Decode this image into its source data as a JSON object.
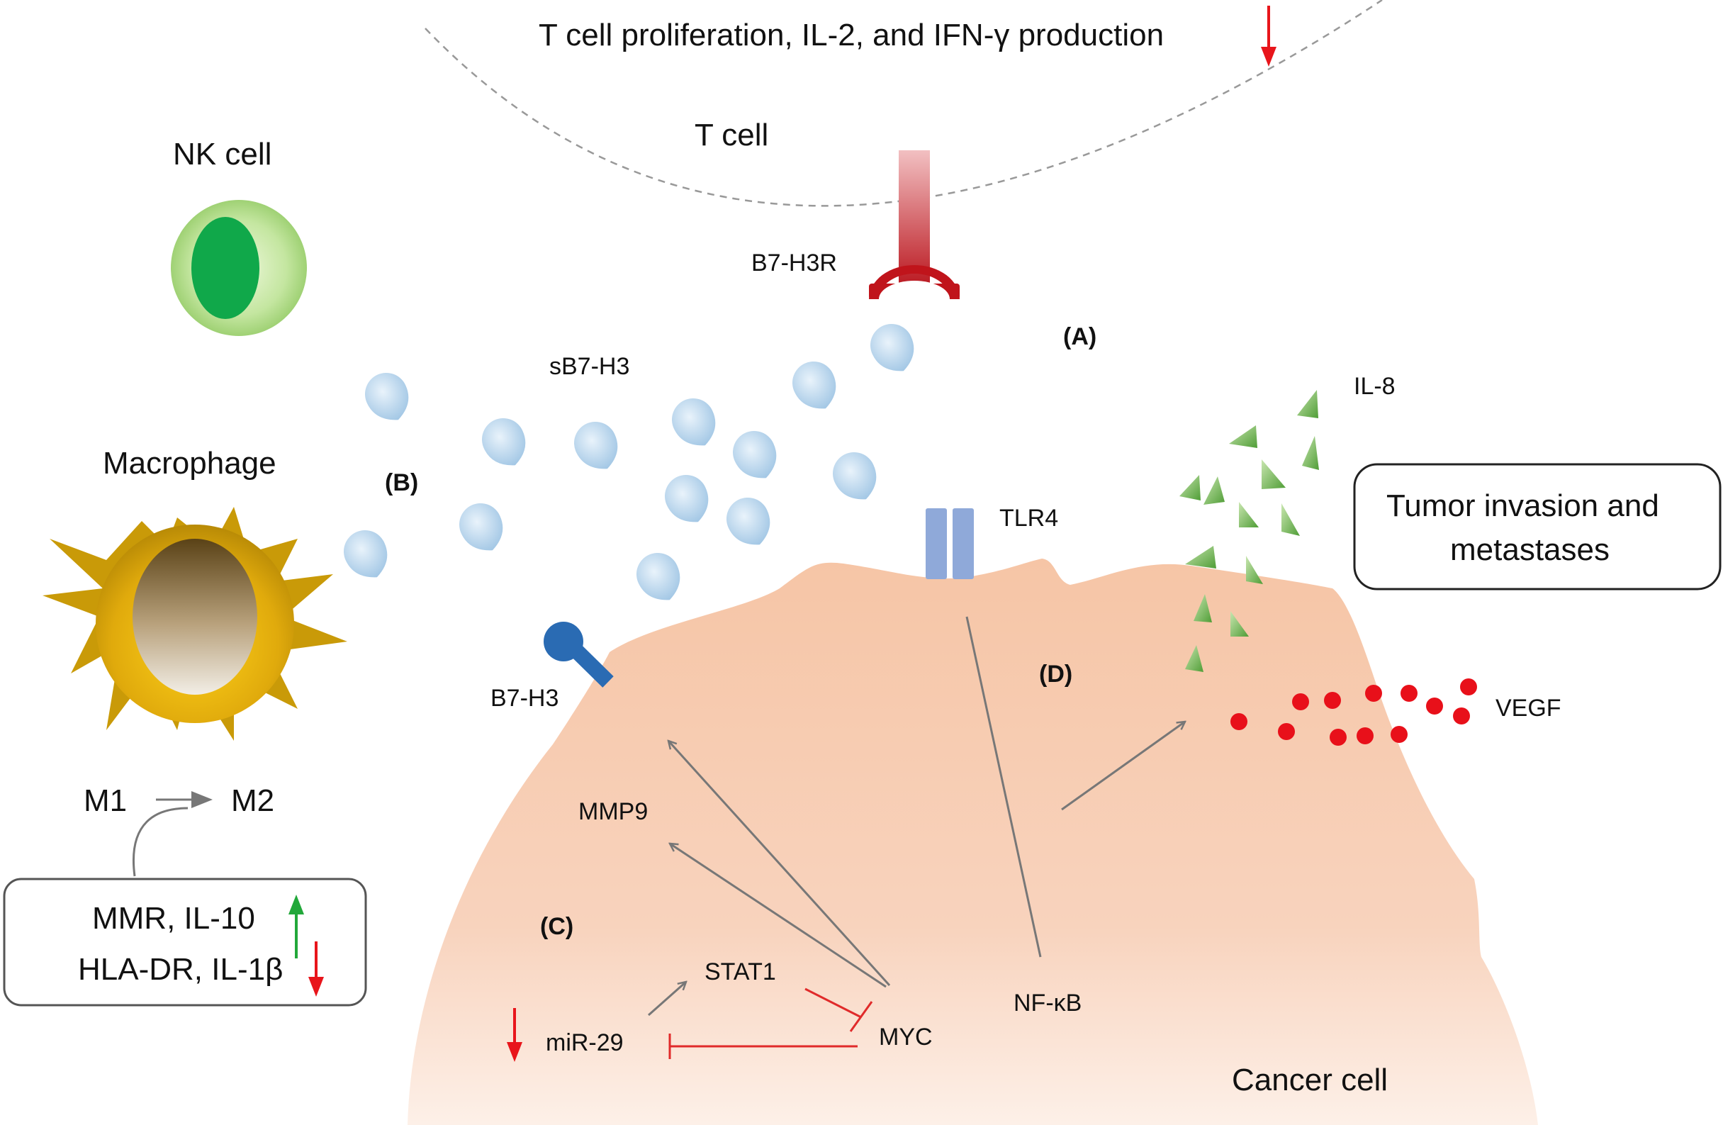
{
  "labels": {
    "t_cell_effect": "T cell proliferation, IL-2, and IFN-γ production",
    "t_cell": "T cell",
    "nk_cell": "NK cell",
    "macrophage": "Macrophage",
    "b7h3r": "B7-H3R",
    "sb7h3": "sB7-H3",
    "panel_a": "(A)",
    "panel_b": "(B)",
    "panel_c": "(C)",
    "panel_d": "(D)",
    "il8": "IL-8",
    "tlr4": "TLR4",
    "b7h3": "B7-H3",
    "vegf": "VEGF",
    "mmp9": "MMP9",
    "stat1": "STAT1",
    "mir29": "miR-29",
    "myc": "MYC",
    "nfkb": "NF-κB",
    "cancer_cell": "Cancer cell",
    "m1": "M1",
    "m2": "M2",
    "tumor_line1": "Tumor invasion and",
    "tumor_line2": "metastases",
    "macro_up": "MMR, IL-10",
    "macro_down": "HLA-DR, IL-1β"
  },
  "colors": {
    "cancer_cell": "#f6c7a9",
    "down_arrow": "#e8151b",
    "up_arrow": "#22a83a",
    "receptor_red": "#c0141b",
    "b7h3_blue": "#2a6bb3",
    "tlr4": "#8fa9d9",
    "sb7h3": "#a9cbe6",
    "il8": "#6cb34a",
    "vegf": "#e8101a",
    "inhibit": "#e02a2a",
    "pathway_gray": "#777777"
  }
}
